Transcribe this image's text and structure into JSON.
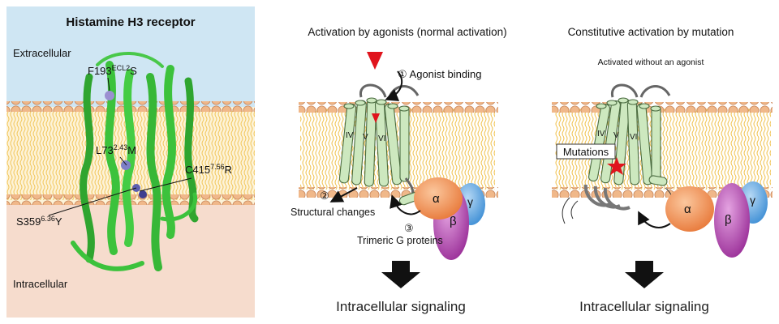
{
  "left_panel": {
    "title": "Histamine H3 receptor",
    "extracellular": "Extracellular",
    "intracellular": "Intracellular",
    "residues": [
      {
        "base": "F193",
        "sup": "ECL2",
        "tail": "S"
      },
      {
        "base": "L73",
        "sup": "2.43",
        "tail": "M"
      },
      {
        "base": "C415",
        "sup": "7.56",
        "tail": "R"
      },
      {
        "base": "S359",
        "sup": "6.36",
        "tail": "Y"
      }
    ],
    "colors": {
      "extracellular_bg": "#cfe6f3",
      "intracellular_bg": "#f6dccd",
      "helix": "#3cc23c",
      "lipid_head": "#f0b88a"
    }
  },
  "middle_panel": {
    "title": "Activation by agonists (normal activation)",
    "step1": "① Agonist binding",
    "step2": "②",
    "step2_label": "Structural changes",
    "step3": "③",
    "step3_label": "Trimeric G proteins",
    "helix_labels": [
      "IV",
      "V",
      "VI"
    ],
    "output": "Intracellular signaling"
  },
  "right_panel": {
    "title": "Constitutive activation by mutation",
    "subtitle": "Activated without an agonist",
    "mutations_label": "Mutations",
    "helix_labels": [
      "IV",
      "V",
      "VI"
    ],
    "output": "Intracellular signaling"
  },
  "g_protein": {
    "alpha": "α",
    "beta": "β",
    "gamma": "γ",
    "colors": {
      "alpha": "#f39a5f",
      "beta": "#b64db5",
      "gamma": "#5ea6e3"
    }
  },
  "colors": {
    "agonist": "#e0141d",
    "receptor_fill": "#cde8bf",
    "receptor_stroke": "#4a6b40",
    "mutation_star": "#e0141d"
  }
}
